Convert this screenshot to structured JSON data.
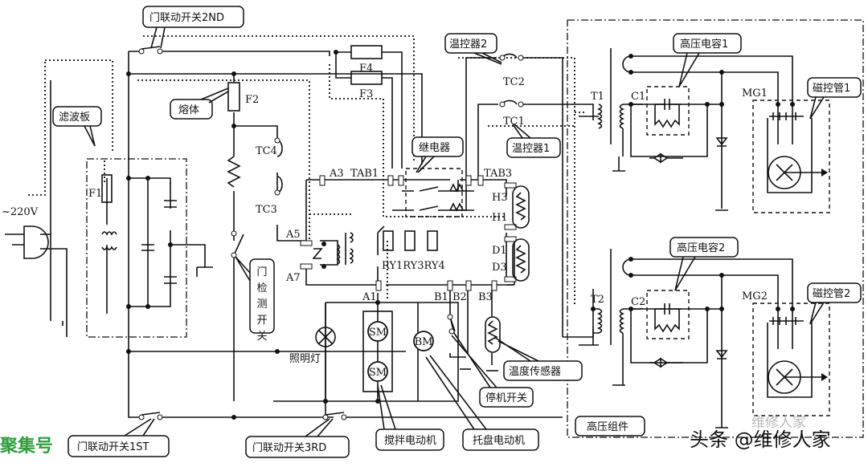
{
  "diagram": {
    "title": "Microwave oven circuit schematic",
    "callouts": {
      "door_switch_2nd": "门联动开关2ND",
      "fuse": "熔体",
      "filter_board": "滤波板",
      "thermostat_2": "温控器2",
      "relay": "继电器",
      "thermostat_1": "温控器1",
      "hv_cap_1": "高压电容1",
      "magnetron_1": "磁控管1",
      "hv_cap_2": "高压电容2",
      "magnetron_2": "磁控管2",
      "door_detect_switch": "门检测开关",
      "lamp": "照明灯",
      "temp_sensor": "温度传感器",
      "stop_switch": "停机开关",
      "hv_assembly": "高压组件",
      "door_switch_1st": "门联动开关1ST",
      "door_switch_3rd": "门联动开关3RD",
      "stirrer_motor": "搅拌电动机",
      "turntable_motor": "托盘电动机"
    },
    "labels": {
      "voltage": "~220V",
      "F1": "F1",
      "F2": "F2",
      "F3": "F3",
      "F4": "F4",
      "TC1": "TC1",
      "TC2": "TC2",
      "TC3": "TC3",
      "TC4": "TC4",
      "A1": "A1",
      "A3": "A3",
      "A5": "A5",
      "A7": "A7",
      "TAB1": "TAB1",
      "TAB3": "TAB3",
      "H1": "H1",
      "H3": "H3",
      "D1": "D1",
      "D3": "D3",
      "B1": "B1",
      "B2": "B2",
      "B3": "B3",
      "RY": "RY1RY3RY4",
      "T1": "T1",
      "T2": "T2",
      "C1": "C1",
      "C2": "C2",
      "MG1": "MG1",
      "MG2": "MG2",
      "SM1": "SM",
      "SM2": "SM",
      "BM": "BM"
    },
    "watermarks": {
      "left": "聚集号",
      "right": "头条 @维修人家",
      "faint": "维修人家"
    }
  }
}
